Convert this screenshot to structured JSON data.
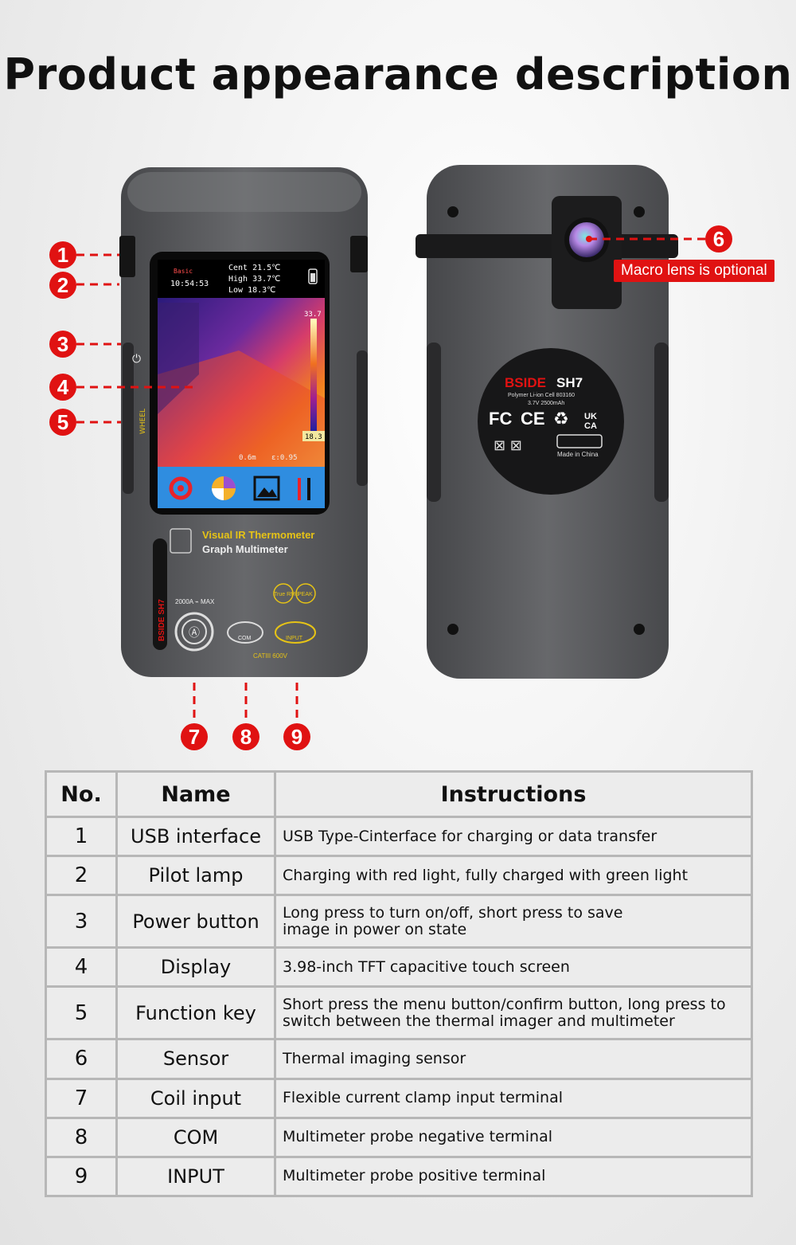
{
  "title": "Product appearance description",
  "callouts": {
    "n1": "1",
    "n2": "2",
    "n3": "3",
    "n4": "4",
    "n5": "5",
    "n6": "6",
    "n7": "7",
    "n8": "8",
    "n9": "9",
    "macro_lens": "Macro lens is optional"
  },
  "device_screen": {
    "mode": "Basic",
    "time": "10:54:53",
    "cent": "Cent 21.5℃",
    "high": "High 33.7℃",
    "low": "Low  18.3℃",
    "scale_max": "33.7",
    "scale_min": "18.3",
    "distance": "0.6m",
    "emissivity": "ε:0.95"
  },
  "device_front": {
    "brand_line1": "Visual IR Thermometer",
    "brand_line2": "Graph Multimeter",
    "side_label": "WHEEL",
    "clamp_label": "2000A ⌁ MAX",
    "com_label": "COM",
    "input_label": "INPUT",
    "true_rms": "True RMS",
    "peak": "PEAK",
    "cat_rating": "CATIII 600V",
    "strip_label": "BSIDE SH7"
  },
  "device_back": {
    "brand": "BSIDE",
    "model": "SH7",
    "battery_line1": "Polymer Li-ion Cell 803160",
    "battery_line2": "3.7V 2500mAh",
    "made_in": "Made in China"
  },
  "colors": {
    "accent": "#e01212",
    "yellow": "#e6c316",
    "body": "#5b5c5f"
  },
  "table": {
    "headers": [
      "No.",
      "Name",
      "Instructions"
    ],
    "rows": [
      {
        "no": "1",
        "name": "USB interface",
        "ins1": "USB Type-Cinterface for charging or data transfer",
        "ins2": ""
      },
      {
        "no": "2",
        "name": "Pilot lamp",
        "ins1": "Charging with red light, fully charged with green light",
        "ins2": ""
      },
      {
        "no": "3",
        "name": "Power button",
        "ins1": "Long press to turn on/off, short press to save",
        "ins2": "image in power on state"
      },
      {
        "no": "4",
        "name": "Display",
        "ins1": "3.98-inch TFT capacitive touch screen",
        "ins2": ""
      },
      {
        "no": "5",
        "name": "Function key",
        "ins1": "Short press the menu button/confirm button, long press to",
        "ins2": "switch between the thermal imager and multimeter"
      },
      {
        "no": "6",
        "name": "Sensor",
        "ins1": "Thermal imaging sensor",
        "ins2": ""
      },
      {
        "no": "7",
        "name": "Coil input",
        "ins1": "Flexible current clamp input terminal",
        "ins2": ""
      },
      {
        "no": "8",
        "name": "COM",
        "ins1": "Multimeter probe negative terminal",
        "ins2": ""
      },
      {
        "no": "9",
        "name": "INPUT",
        "ins1": "Multimeter probe positive terminal",
        "ins2": ""
      }
    ]
  }
}
